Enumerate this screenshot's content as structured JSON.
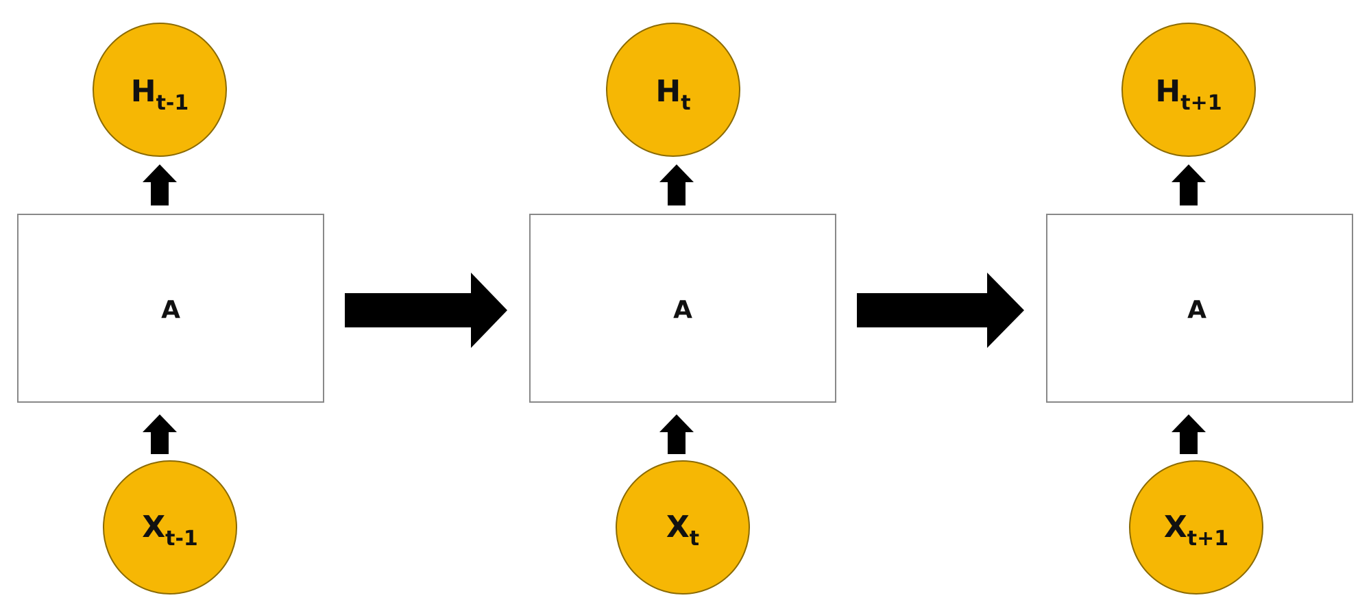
{
  "colors": {
    "node_fill": "#F6B704",
    "node_stroke": "#8A6A00",
    "box_stroke": "#888888",
    "arrow": "#000000",
    "text": "#111111"
  },
  "cells": [
    {
      "hidden": {
        "main": "H",
        "sub": "t-1"
      },
      "box_label": "A",
      "input": {
        "main": "X",
        "sub": "t-1"
      }
    },
    {
      "hidden": {
        "main": "H",
        "sub": "t"
      },
      "box_label": "A",
      "input": {
        "main": "X",
        "sub": "t"
      }
    },
    {
      "hidden": {
        "main": "H",
        "sub": "t+1"
      },
      "box_label": "A",
      "input": {
        "main": "X",
        "sub": "t+1"
      }
    }
  ]
}
